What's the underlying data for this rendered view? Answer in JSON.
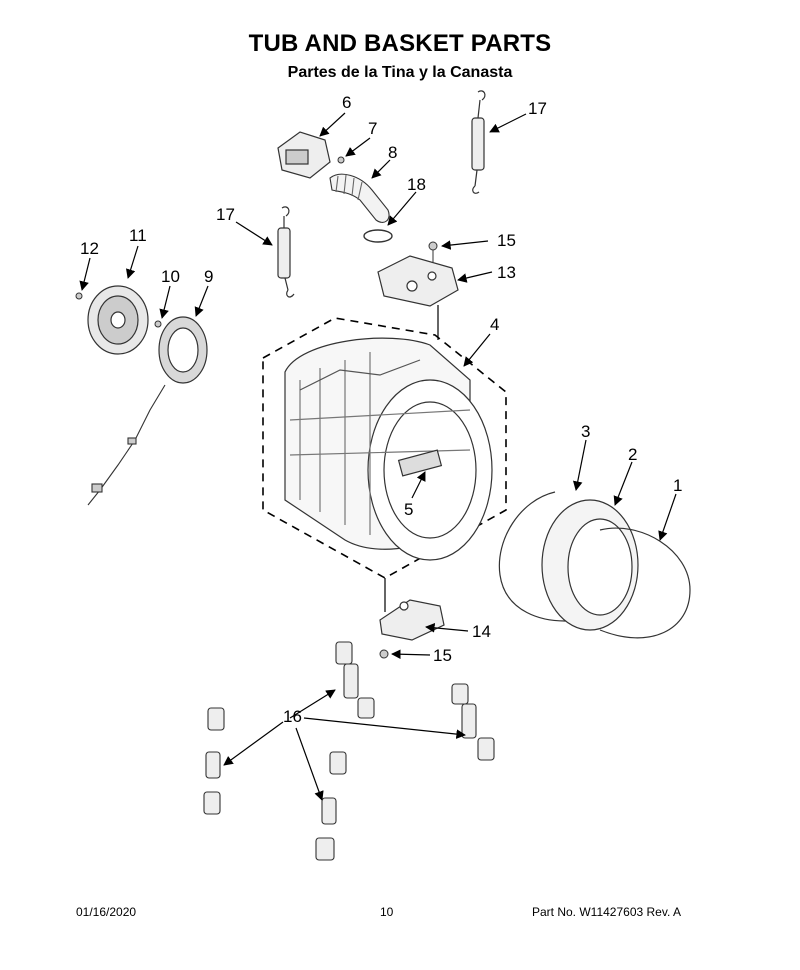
{
  "header": {
    "title": "TUB AND BASKET PARTS",
    "subtitle": "Partes de la Tina y la Canasta"
  },
  "callouts": [
    {
      "id": "c1",
      "label": "1"
    },
    {
      "id": "c2",
      "label": "2"
    },
    {
      "id": "c3",
      "label": "3"
    },
    {
      "id": "c4",
      "label": "4"
    },
    {
      "id": "c5",
      "label": "5"
    },
    {
      "id": "c6",
      "label": "6"
    },
    {
      "id": "c7",
      "label": "7"
    },
    {
      "id": "c8",
      "label": "8"
    },
    {
      "id": "c9",
      "label": "9"
    },
    {
      "id": "c10",
      "label": "10"
    },
    {
      "id": "c11",
      "label": "11"
    },
    {
      "id": "c12",
      "label": "12"
    },
    {
      "id": "c13",
      "label": "13"
    },
    {
      "id": "c14",
      "label": "14"
    },
    {
      "id": "c15a",
      "label": "15"
    },
    {
      "id": "c15b",
      "label": "15"
    },
    {
      "id": "c16",
      "label": "16"
    },
    {
      "id": "c17a",
      "label": "17"
    },
    {
      "id": "c17b",
      "label": "17"
    },
    {
      "id": "c18",
      "label": "18"
    }
  ],
  "footer": {
    "date": "01/16/2020",
    "page": "10",
    "part_no": "Part No.  W11427603  Rev.  A"
  }
}
